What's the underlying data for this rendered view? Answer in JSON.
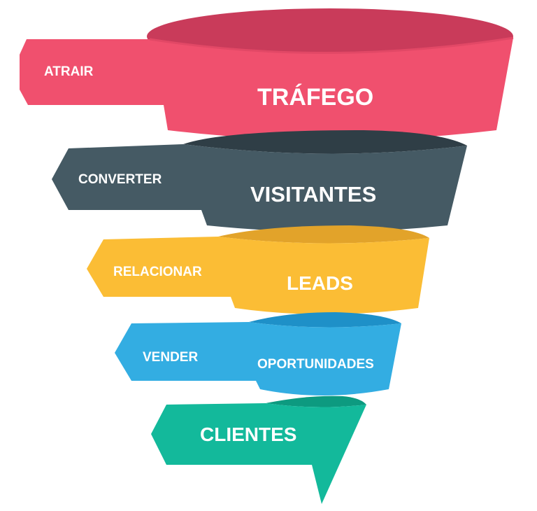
{
  "funnel": {
    "stages": [
      {
        "action": "ATRAIR",
        "title": "TRÁFEGO",
        "color": "#F0506E",
        "shade": "#C93B5A"
      },
      {
        "action": "CONVERTER",
        "title": "VISITANTES",
        "color": "#455A64",
        "shade": "#2F3E46"
      },
      {
        "action": "RELACIONAR",
        "title": "LEADS",
        "color": "#FBBD35",
        "shade": "#E2A32A"
      },
      {
        "action": "VENDER",
        "title": "OPORTUNIDADES",
        "color": "#33ADE2",
        "shade": "#1E90C8"
      },
      {
        "action": "",
        "title": "CLIENTES",
        "color": "#13B99B",
        "shade": "#0D9A80"
      }
    ]
  }
}
